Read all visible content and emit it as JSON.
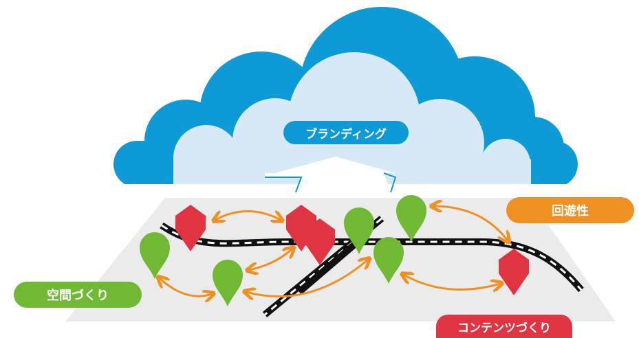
{
  "labels": {
    "branding": "ブランディング",
    "kaiyusei": "回遊性",
    "kukan": "空間づくり",
    "content": "コンテンツづくり"
  },
  "colors": {
    "cloud_outer": "#0e9ad6",
    "cloud_inner": "#d7e9f7",
    "ground": "#ebebeb",
    "pin_red": "#e13442",
    "pin_green": "#71b935",
    "arrow": "#f08f22",
    "track": "#111111"
  },
  "pins": [
    {
      "color": "red"
    },
    {
      "color": "green"
    },
    {
      "color": "red"
    },
    {
      "color": "red"
    },
    {
      "color": "green"
    },
    {
      "color": "green"
    },
    {
      "color": "green"
    },
    {
      "color": "green"
    },
    {
      "color": "red"
    }
  ]
}
